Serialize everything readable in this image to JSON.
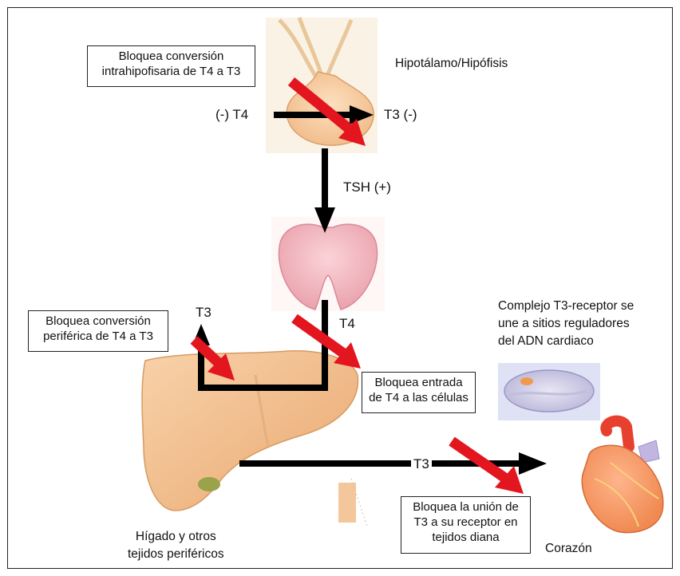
{
  "boxes": {
    "box_hypophysis": "Bloquea conversión\nintrahipofisaria de T4 a T3",
    "box_peripheral": "Bloquea conversión\nperiférica de T4 a T3",
    "box_entry": "Bloquea entrada\nde T4 a las células",
    "box_receptor": "Bloquea la unión de\nT3 a su receptor en\ntejidos diana"
  },
  "labels": {
    "hypothalamus": "Hipotálamo/Hipófisis",
    "t4_minus": "(-) T4",
    "t3_minus": "T3 (-)",
    "tsh": "TSH (+)",
    "t3_left": "T3",
    "t4_right": "T4",
    "t3_bottom": "T3",
    "complex": "Complejo T3-receptor se\nune a sitios reguladores\ndel ADN cardiaco",
    "liver": "Hígado y otros\ntejidos periféricos",
    "heart": "Corazón"
  },
  "colors": {
    "block_arrow": "#e3151f",
    "flow_arrow": "#000000",
    "organ_skin": "#f3c79b",
    "thyroid": "#f2b7c0",
    "heart": "#e8402e"
  }
}
